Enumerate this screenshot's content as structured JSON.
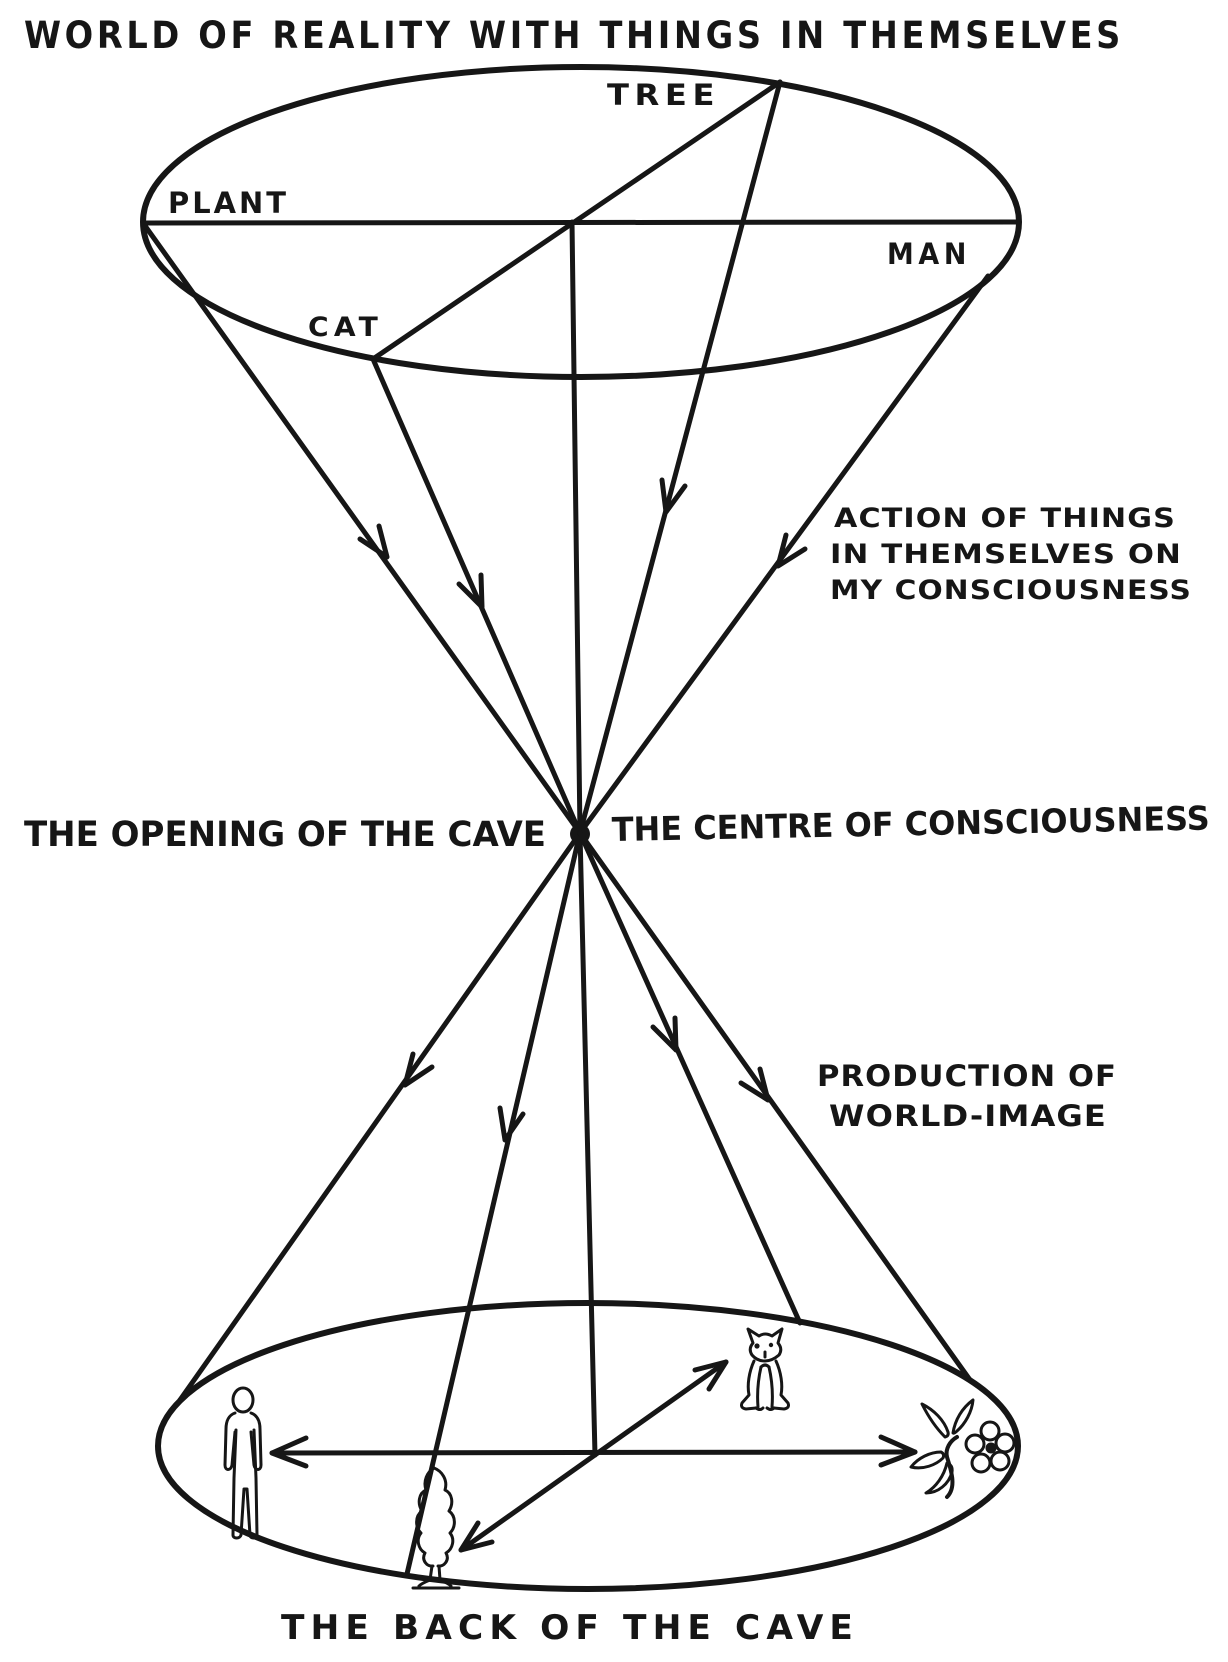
{
  "colors": {
    "ink": "#161616",
    "paper": "#ffffff"
  },
  "title": "WORLD OF REALITY WITH THINGS IN THEMSELVES",
  "upper_world": {
    "labels": {
      "tree": "TREE",
      "plant": "PLANT",
      "man": "MAN",
      "cat": "CAT"
    }
  },
  "annotations": {
    "action": {
      "line1": "ACTION OF THINGS",
      "line2": "IN THEMSELVES ON",
      "line3": "MY CONSCIOUSNESS"
    },
    "production": {
      "line1": "PRODUCTION OF",
      "line2": "WORLD-IMAGE"
    }
  },
  "centre": {
    "left_label": "THE OPENING OF THE CAVE",
    "right_label": "THE CENTRE OF CONSCIOUSNESS"
  },
  "bottom_label": "THE BACK OF THE CAVE"
}
